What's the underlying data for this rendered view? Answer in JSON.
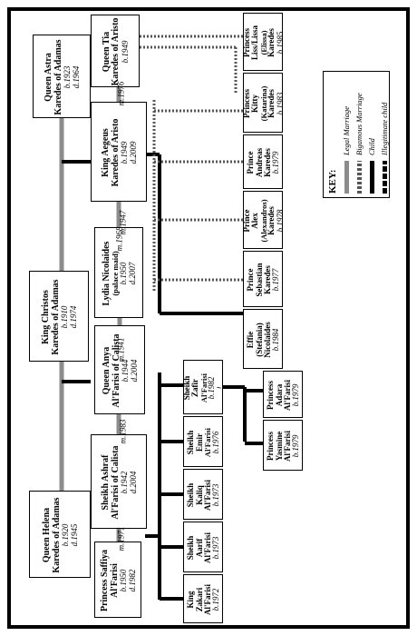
{
  "people": {
    "astra": {
      "lines": [
        "Queen Astra",
        "Karedes of Adamas"
      ],
      "dates": [
        "b.1923",
        "d.1964"
      ]
    },
    "tia": {
      "lines": [
        "Queen Tia",
        "Karedes of Aristo"
      ],
      "dates": [
        "b.1949"
      ]
    },
    "aegeus": {
      "lines": [
        "King Aegeus",
        "Karedes of Aristo"
      ],
      "dates": [
        "b.1949",
        "d.2009"
      ]
    },
    "christos": {
      "lines": [
        "King Christos",
        "Karedes of Adamas"
      ],
      "dates": [
        "b.1910",
        "d.1974"
      ]
    },
    "lydia": {
      "lines": [
        "Lydia Nicolaides"
      ],
      "sub": "(palace maid)",
      "dates": [
        "b.1950",
        "d.2007"
      ]
    },
    "anya": {
      "lines": [
        "Queen Anya",
        "Al'Farisi of Calista"
      ],
      "dates": [
        "b.1944",
        "d.2004"
      ]
    },
    "ashraf": {
      "lines": [
        "Sheikh Ashraf",
        "Al'Farisi of Calista"
      ],
      "dates": [
        "b.1942",
        "d.2004"
      ]
    },
    "helena": {
      "lines": [
        "Queen Helena",
        "Karedes of Adamas"
      ],
      "dates": [
        "b.1920",
        "d.1945"
      ]
    },
    "saffiya": {
      "lines": [
        "Princess Saffiya",
        "Al'Farisi"
      ],
      "dates": [
        "b.1950",
        "d.1982"
      ]
    },
    "liss": {
      "lines": [
        "Princess",
        "Liss/Lissa"
      ],
      "sub": "(Elissa)",
      "lines2": [
        "Karedes"
      ],
      "dates": [
        "b.1985"
      ]
    },
    "kitty": {
      "lines": [
        "Princess",
        "Kitty"
      ],
      "sub": "(Katarina)",
      "lines2": [
        "Karedes"
      ],
      "dates": [
        "b.1983"
      ]
    },
    "andreas": {
      "lines": [
        "Prince",
        "Andreas",
        "Karedes"
      ],
      "dates": [
        "b.1979"
      ]
    },
    "alex": {
      "lines": [
        "Prince",
        "Alex"
      ],
      "sub": "(Alexandros)",
      "lines2": [
        "Karedes"
      ],
      "dates": [
        "b.1978"
      ]
    },
    "sebastian": {
      "lines": [
        "Prince",
        "Sebastian",
        "Karedes"
      ],
      "dates": [
        "b.1977"
      ]
    },
    "effie": {
      "lines": [
        "Effie",
        "(Stefania)",
        "Nicolaides"
      ],
      "dates": [
        "b.1984"
      ]
    },
    "zafir": {
      "lines": [
        "Sheikh",
        "Zafir"
      ],
      "sub": "Al'Farisi",
      "dates": [
        "b.1982"
      ],
      "note": "!"
    },
    "emir": {
      "lines": [
        "Sheikh",
        "Emir"
      ],
      "sub": "Al'Farisi",
      "dates": [
        "b.1976"
      ]
    },
    "kaliq": {
      "lines": [
        "Sheikh",
        "Kaliq",
        "Al'Farisi"
      ],
      "dates": [
        "b.1973"
      ]
    },
    "aarif": {
      "lines": [
        "Sheikh",
        "Aarif",
        "Al'Farisi"
      ],
      "dates": [
        "b.1973"
      ]
    },
    "zakari": {
      "lines": [
        "King",
        "Zakari",
        "Al'Farisi"
      ],
      "dates": [
        "b.1972"
      ]
    },
    "adara": {
      "lines": [
        "Princess",
        "Adara",
        "Al'Farisi"
      ],
      "dates": [
        "b.1979"
      ]
    },
    "yasmine": {
      "lines": [
        "Princess",
        "Yasmine",
        "Al'Farisi"
      ],
      "dates": [
        "b.1979"
      ]
    }
  },
  "marriages": {
    "m1976": "m.1976",
    "m1947": "m.1947",
    "m1968": "m.1968",
    "m1941": "m.1941",
    "m1983": "m.1983",
    "m1971": "m.1971"
  },
  "key": {
    "title": "KEY:",
    "items": [
      {
        "label": "Legal Marriage",
        "style": "legal"
      },
      {
        "label": "Bigamous Marriage",
        "style": "bigamous"
      },
      {
        "label": "Child",
        "style": "child"
      },
      {
        "label": "Illegitimate child",
        "style": "illegitimate"
      }
    ]
  },
  "colors": {
    "legal": "#8c8c8c",
    "child": "#000000",
    "dotted": "#555555"
  }
}
